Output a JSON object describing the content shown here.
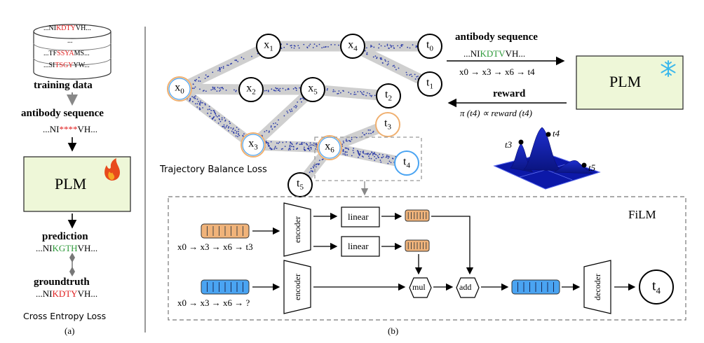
{
  "panel_a": {
    "db_rows": [
      {
        "pre": "...NI",
        "hl": "KDTY",
        "post": "VH..."
      },
      {
        "pre": "...",
        "hl": "",
        "post": ""
      },
      {
        "pre": "...TF",
        "hl": "SSYA",
        "post": "MS..."
      },
      {
        "pre": "...SI",
        "hl": "TSGY",
        "post": "YW..."
      }
    ],
    "training_data": "training data",
    "antibody_sequence": "antibody sequence",
    "masked_seq": {
      "pre": "...NI",
      "hl": "****",
      "post": "VH..."
    },
    "plm_label": "PLM",
    "prediction_label": "prediction",
    "prediction_seq": {
      "pre": "...NI",
      "hl": "KGTH",
      "post": "VH..."
    },
    "groundtruth_label": "groundtruth",
    "groundtruth_seq": {
      "pre": "...NI",
      "hl": "KDTY",
      "post": "VH..."
    },
    "loss_label": "Cross Entropy Loss",
    "caption": "(a)"
  },
  "panel_b": {
    "nodes": [
      "x0",
      "x1",
      "x2",
      "x3",
      "x4",
      "x5",
      "x6",
      "t0",
      "t1",
      "t2",
      "t3",
      "t4",
      "t5"
    ],
    "trajectory_loss": "Trajectory Balance Loss",
    "antibody_sequence": "antibody sequence",
    "seq": {
      "pre": "...NI",
      "hl": "KDTV",
      "post": "VH..."
    },
    "path": "x0 → x3 → x6 → t4",
    "plm_label": "PLM",
    "reward_label": "reward",
    "reward_formula": "π (t4) ∝ reward (t4)",
    "peaks": [
      "t3",
      "t4",
      "t5"
    ],
    "film_label": "FiLM",
    "encoder": "encoder",
    "decoder": "decoder",
    "linear": "linear",
    "mul": "mul",
    "add": "add",
    "path_in1": "x0 → x3 → x6 → t3",
    "path_in2": "x0 → x3 → x6 → ?",
    "output": "t4",
    "caption": "(b)"
  },
  "colors": {
    "plm_fill": "#eef7d8",
    "orange": "#e8a860",
    "blue": "#3b8ee8",
    "dots": "#2a3aa8",
    "band": "#cfcfcf",
    "red": "#e02020",
    "green": "#2e9a3a"
  },
  "icons": {
    "flame": "flame-icon",
    "snowflake": "snowflake-icon"
  }
}
